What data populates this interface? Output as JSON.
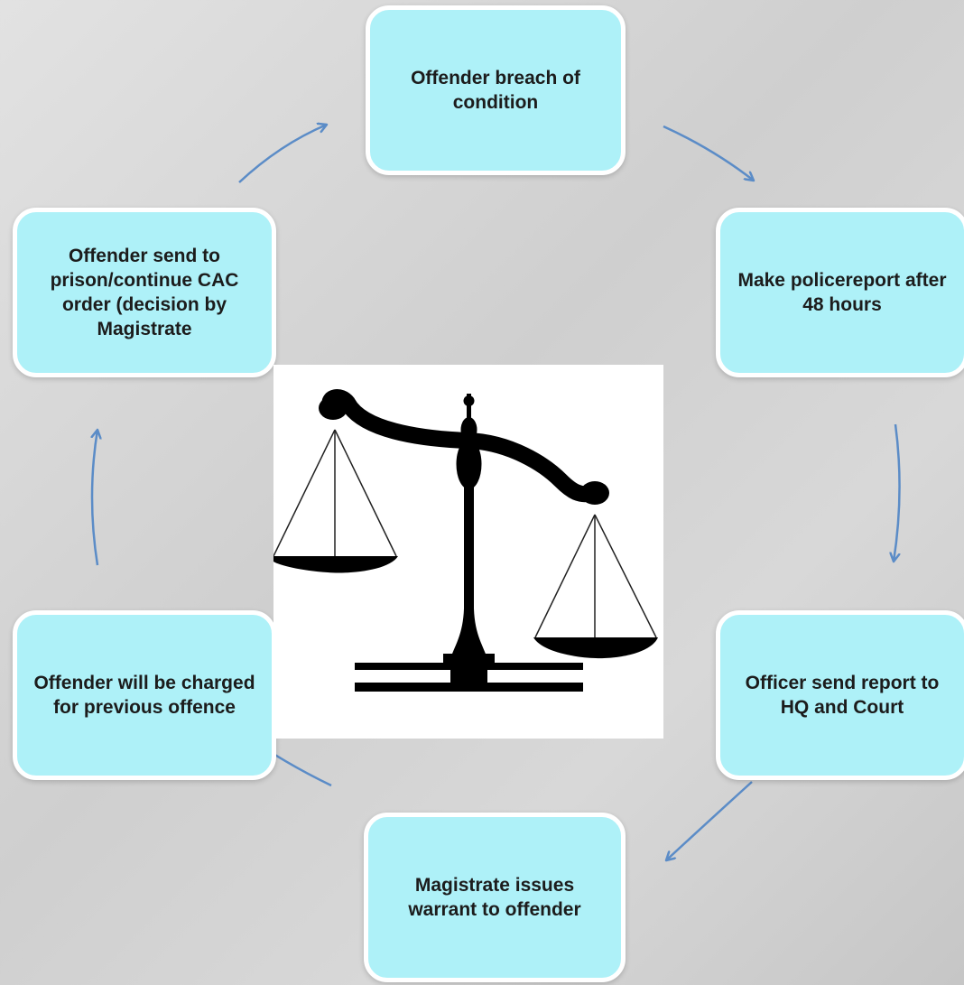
{
  "steps": [
    "Offender breach of condition",
    "Make policereport after 48 hours",
    "Officer send report to HQ and Court",
    "Magistrate issues warrant to offender",
    "Offender will be charged for previous offence",
    "Offender send to prison/continue CAC order (decision by Magistrate"
  ],
  "colors": {
    "box_fill": "#aef1f8",
    "box_border": "#ffffff",
    "arrow": "#5b8cc7"
  },
  "icons": {
    "center": "scales-of-justice-icon"
  }
}
